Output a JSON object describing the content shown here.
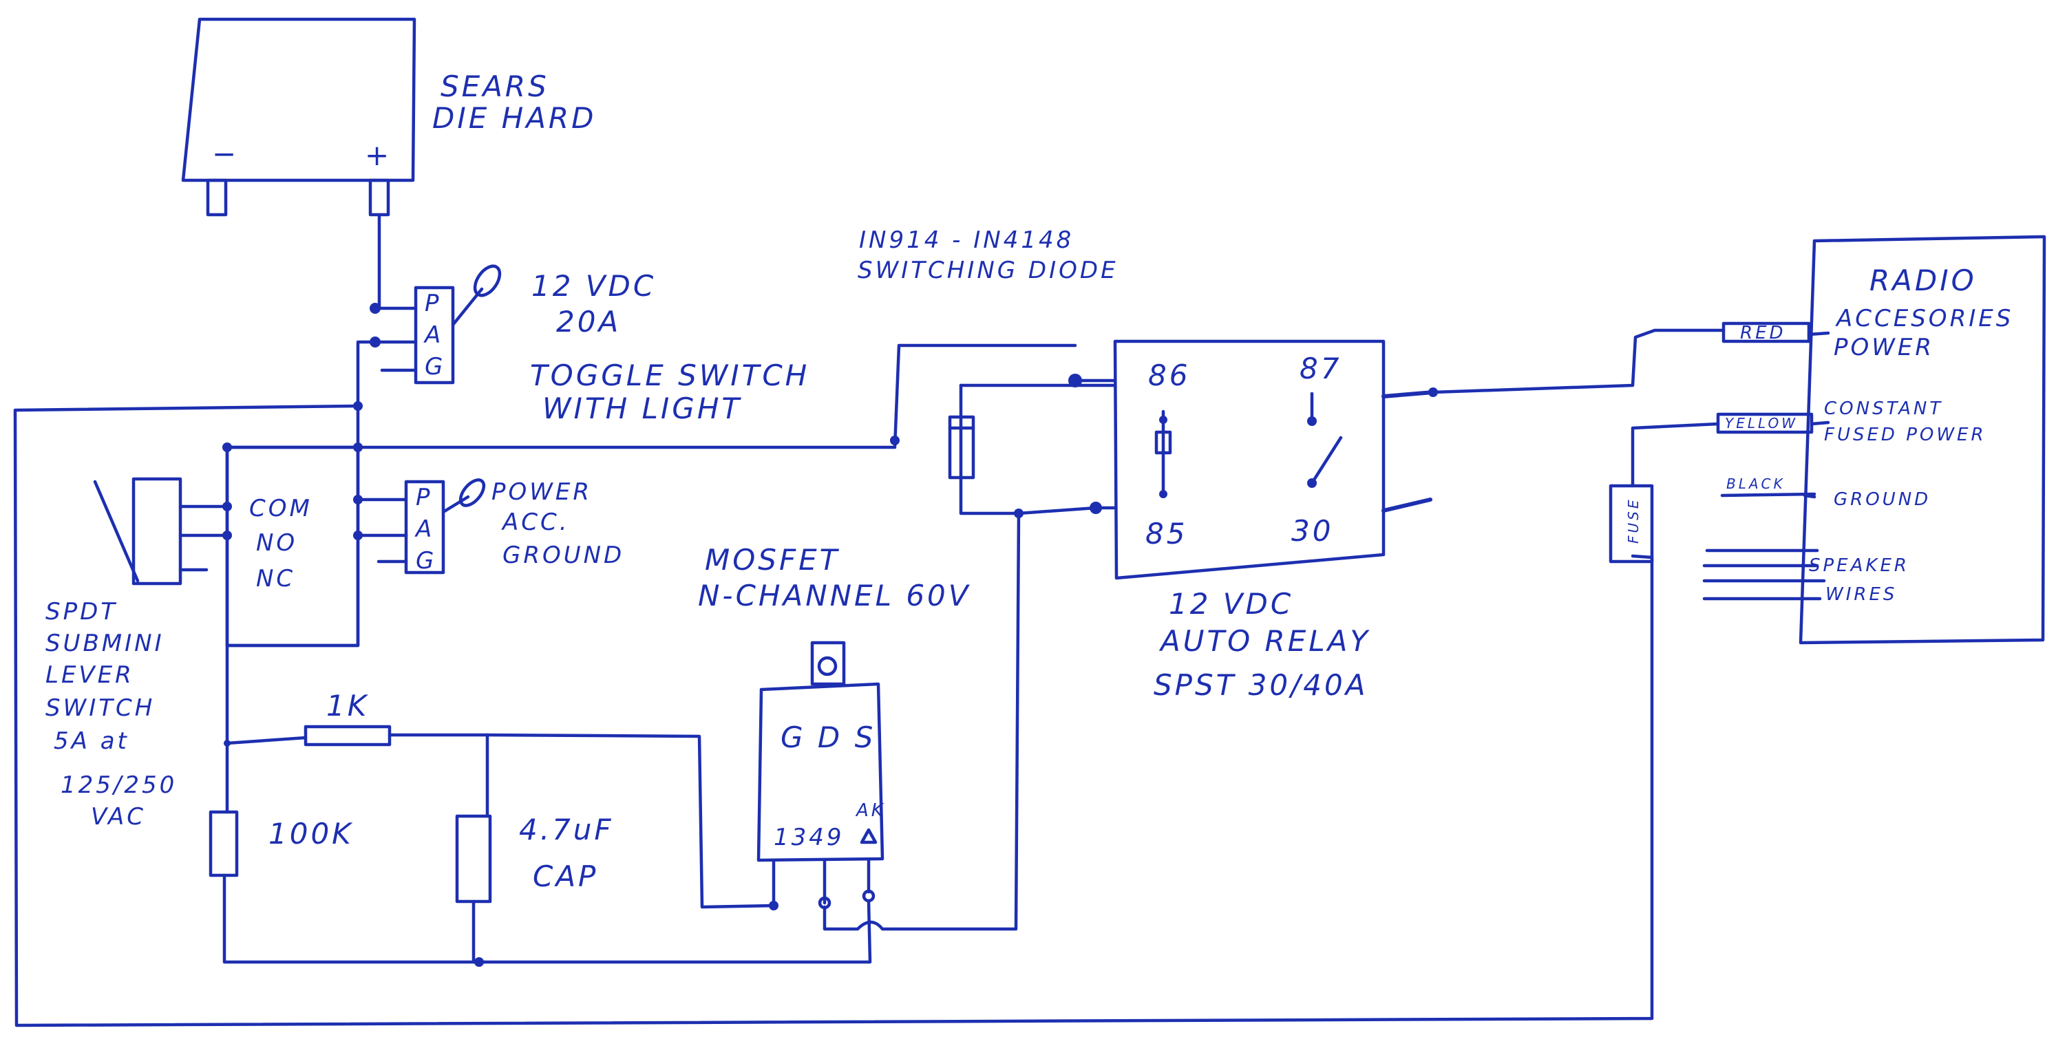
{
  "battery": {
    "line1": "SEARS",
    "line2": "DIE HARD",
    "neg": "−",
    "pos": "+"
  },
  "toggle_switch": {
    "pins": [
      "P",
      "A",
      "G"
    ],
    "label_voltage": "12 VDC",
    "label_current": "20A",
    "label_line1": "TOGGLE SWITCH",
    "label_line2": "WITH LIGHT"
  },
  "lever_switch_pinout": {
    "pins": [
      "P",
      "A",
      "G"
    ],
    "label_power": "POWER",
    "label_acc": "ACC.",
    "label_ground": "GROUND"
  },
  "spdt_switch": {
    "terminals": [
      "COM",
      "NO",
      "NC"
    ],
    "label_lines": [
      "SPDT",
      "SUBMINI",
      "LEVER",
      "SWITCH",
      "5A at",
      "125/250",
      "VAC"
    ]
  },
  "diode": {
    "line1": "IN914 - IN4148",
    "line2": "SWITCHING DIODE"
  },
  "relay": {
    "pins": [
      "86",
      "87",
      "85",
      "30"
    ],
    "label_line1": "12 VDC",
    "label_line2": "AUTO RELAY",
    "label_line3": "SPST 30/40A"
  },
  "mosfet": {
    "label_line1": "MOSFET",
    "label_line2": "N-CHANNEL 60V",
    "pins": "G D S",
    "part": "1349",
    "mark": "AK"
  },
  "resistor_1k": {
    "label": "1K"
  },
  "resistor_100k": {
    "label": "100K"
  },
  "capacitor": {
    "line1": "4.7uF",
    "line2": "CAP"
  },
  "fuse": {
    "label": "FUSE"
  },
  "radio": {
    "title": "RADIO",
    "wires": [
      {
        "color_label": "RED",
        "desc_line1": "ACCESORIES",
        "desc_line2": "POWER"
      },
      {
        "color_label": "YELLOW",
        "desc_line1": "CONSTANT",
        "desc_line2": "FUSED POWER"
      },
      {
        "color_label": "BLACK",
        "desc_line1": "GROUND",
        "desc_line2": ""
      },
      {
        "color_label": "",
        "desc_line1": "SPEAKER",
        "desc_line2": "WIRES"
      }
    ]
  },
  "colors": {
    "ink": "#1d2fb0",
    "paper": "#ffffff"
  }
}
